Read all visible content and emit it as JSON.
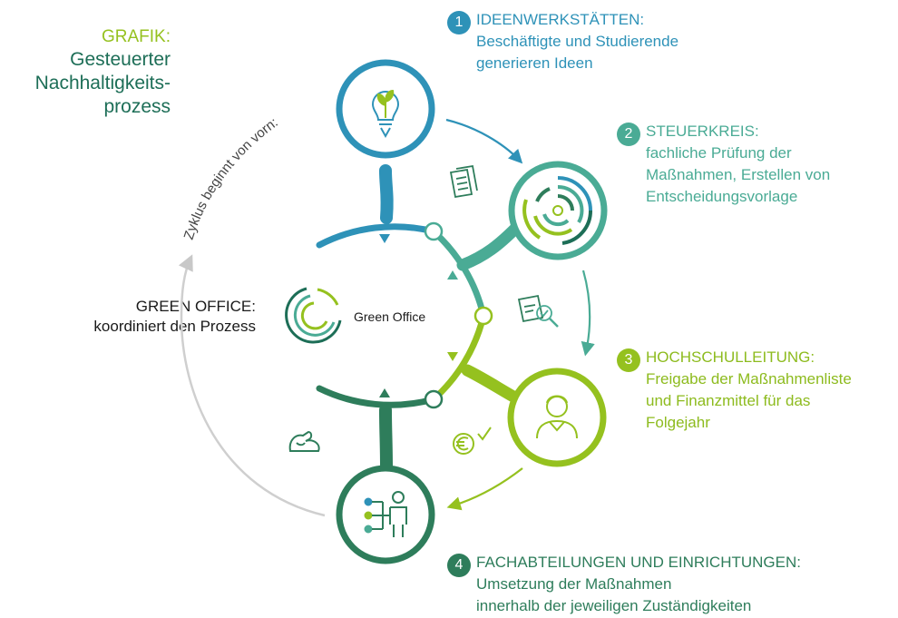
{
  "header": {
    "label": "GRAFIK:",
    "title_lines": [
      "Gesteuerter",
      "Nachhaltigkeits-",
      "prozess"
    ]
  },
  "cycle_text": "Zyklus beginnt von vorn:",
  "green_office": {
    "heading": "GREEN OFFICE:",
    "subtext": "koordiniert den Prozess",
    "center_label": "Green Office"
  },
  "steps": [
    {
      "number": "1",
      "title": "IDEENWERKSTÄTTEN:",
      "lines": [
        "Beschäftigte und Studierende",
        "generieren Ideen"
      ],
      "color": "#2e92b8"
    },
    {
      "number": "2",
      "title": "STEUERKREIS:",
      "lines": [
        "fachliche Prüfung der",
        "Maßnahmen, Erstellen von",
        "Entscheidungsvorlage"
      ],
      "color": "#4aab95"
    },
    {
      "number": "3",
      "title": "HOCHSCHULLEITUNG:",
      "lines": [
        "Freigabe der Maßnahmenliste",
        "und Finanzmittel für das",
        "Folgejahr"
      ],
      "color": "#95c11f"
    },
    {
      "number": "4",
      "title": "FACHABTEILUNGEN UND EINRICHTUNGEN:",
      "lines": [
        "Umsetzung der Maßnahmen",
        "innerhalb der jeweiligen Zuständigkeiten"
      ],
      "color": "#2e7d5b"
    }
  ],
  "icons": {
    "step1": "lightbulb-sprout-icon",
    "step2": "target-rings-icon",
    "step3": "person-headset-icon",
    "step4": "person-network-icon",
    "documents": "documents-icon",
    "document-search": "document-magnifier-icon",
    "euro-check": "euro-check-icon",
    "strength": "flexed-arm-icon",
    "green-office-logo": "green-office-logo-icon"
  }
}
